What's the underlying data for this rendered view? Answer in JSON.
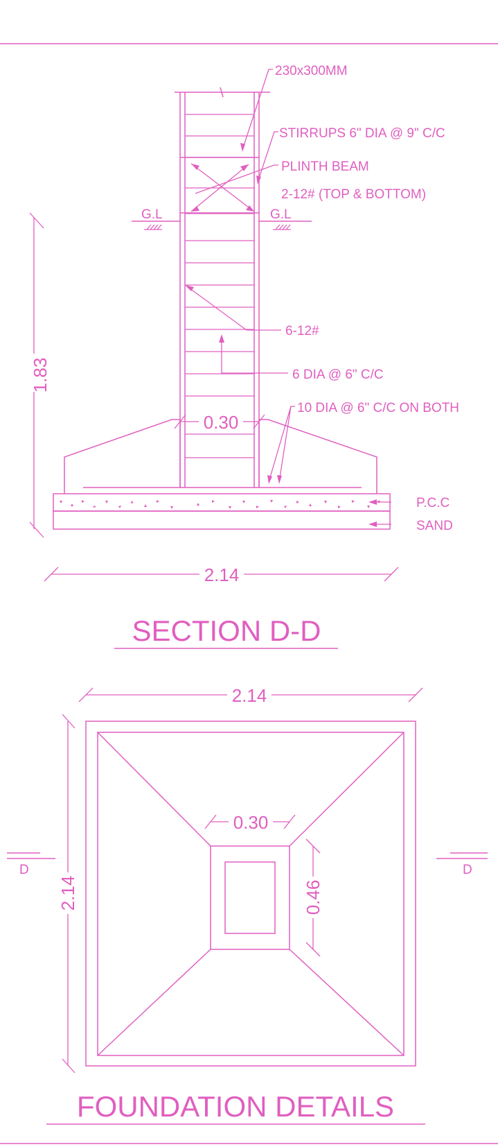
{
  "section_title": "SECTION D-D",
  "plan_title": "FOUNDATION DETAILS",
  "labels": {
    "column_size": "230x300MM",
    "stirrups": "STIRRUPS 6\" DIA @ 9\" C/C",
    "plinth_beam": "PLINTH BEAM",
    "plinth_bars": "2-12# (TOP & BOTTOM)",
    "gl_left": "G.L",
    "gl_right": "G.L",
    "main_bars": "6-12#",
    "ties": "6 DIA @ 6\" C/C",
    "footing_bars": "10 DIA @ 6\" C/C ON BOTH",
    "pcc": "P.C.C",
    "sand": "SAND",
    "section_left": "D",
    "section_right": "D"
  },
  "dimensions": {
    "depth": "1.83",
    "column_width_section": "0.30",
    "footing_width_section": "2.14",
    "footing_width_plan": "2.14",
    "footing_length_plan": "2.14",
    "column_width_plan": "0.30",
    "column_length_plan": "0.46"
  },
  "colors": {
    "line": "#e05fc0",
    "background": "#ffffff"
  }
}
